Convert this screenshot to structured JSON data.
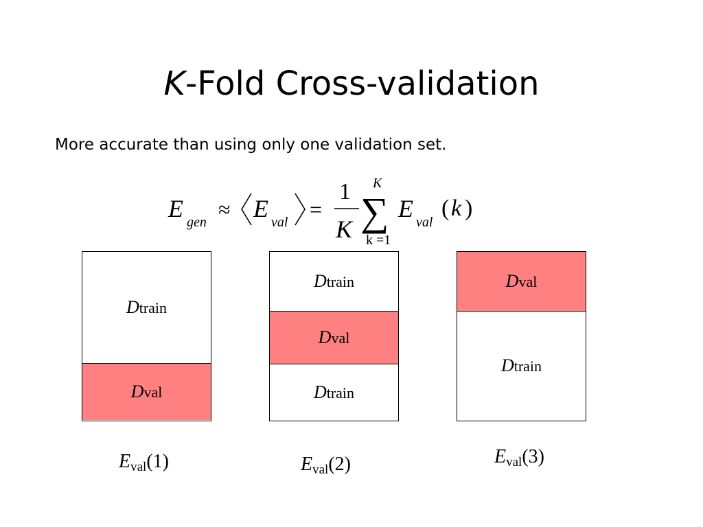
{
  "slide": {
    "title_italic": "K",
    "title_rest": "-Fold Cross-validation",
    "subtitle": "More accurate than using only one validation set."
  },
  "formula": {
    "lhs_symbol": "E",
    "lhs_subscript": "gen",
    "approx": "≈",
    "avg_symbol": "E",
    "avg_subscript": "val",
    "equals": "=",
    "numerator": "1",
    "denominator": "K",
    "sum_upper": "K",
    "sum_lower": "k =1",
    "term_symbol": "E",
    "term_subscript": "val",
    "term_arg_open": "(",
    "term_arg": "k",
    "term_arg_close": ")"
  },
  "folds": [
    {
      "segments": [
        {
          "symbol": "D",
          "subscript": "train",
          "type": "train"
        },
        {
          "symbol": "D",
          "subscript": "val",
          "type": "val"
        }
      ],
      "error_symbol": "E",
      "error_subscript": "val",
      "error_arg": "(1)"
    },
    {
      "segments": [
        {
          "symbol": "D",
          "subscript": "train",
          "type": "train"
        },
        {
          "symbol": "D",
          "subscript": "val",
          "type": "val"
        },
        {
          "symbol": "D",
          "subscript": "train",
          "type": "train"
        }
      ],
      "error_symbol": "E",
      "error_subscript": "val",
      "error_arg": "(2)"
    },
    {
      "segments": [
        {
          "symbol": "D",
          "subscript": "val",
          "type": "val"
        },
        {
          "symbol": "D",
          "subscript": "train",
          "type": "train"
        }
      ],
      "error_symbol": "E",
      "error_subscript": "val",
      "error_arg": "(3)"
    }
  ],
  "colors": {
    "validation_fill": "#ff8080",
    "border": "#000000",
    "background": "#ffffff"
  }
}
